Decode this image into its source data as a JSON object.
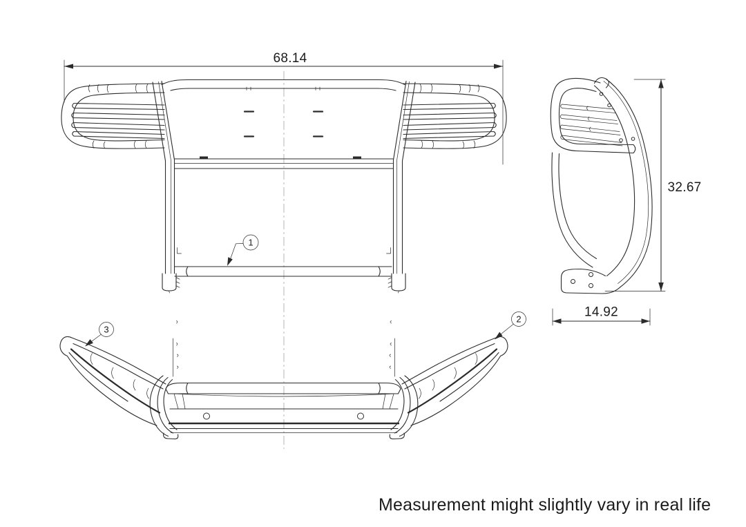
{
  "colors": {
    "line": "#2b2b2b",
    "centerline": "#b4b4b4",
    "text": "#1b1b1b",
    "background": "#ffffff"
  },
  "note": {
    "text": "Measurement might slightly vary in real life"
  },
  "front_view": {
    "width_dim": "68.14",
    "callout_1": "1"
  },
  "side_view": {
    "height_dim": "32.67",
    "depth_dim": "14.92"
  },
  "top_view": {
    "callout_2": "2",
    "callout_3": "3"
  }
}
